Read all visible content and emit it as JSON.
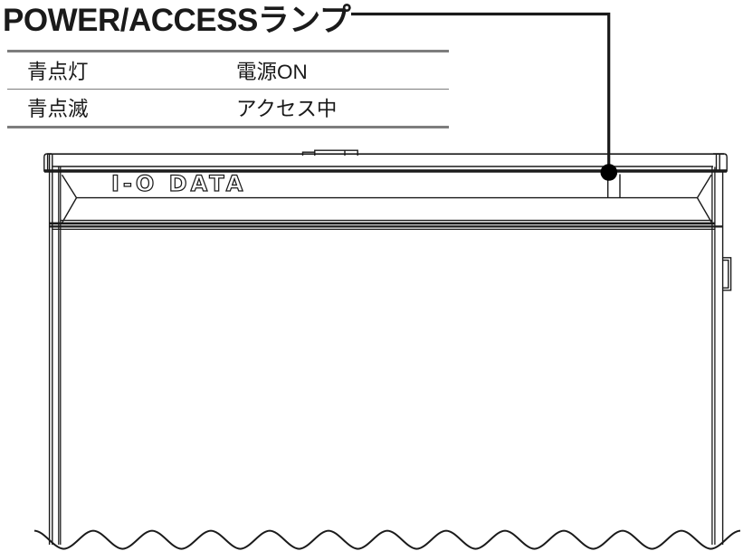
{
  "title": "POWER/ACCESSランプ",
  "legend_table": {
    "rows": [
      {
        "state": "青点灯",
        "meaning": "電源ON"
      },
      {
        "state": "青点滅",
        "meaning": "アクセス中"
      }
    ]
  },
  "device": {
    "logo": "I-O DATA"
  },
  "colors": {
    "ink": "#1a1a1a",
    "table_rule": "#7d7d7d",
    "lamp_dot": "#000000"
  }
}
